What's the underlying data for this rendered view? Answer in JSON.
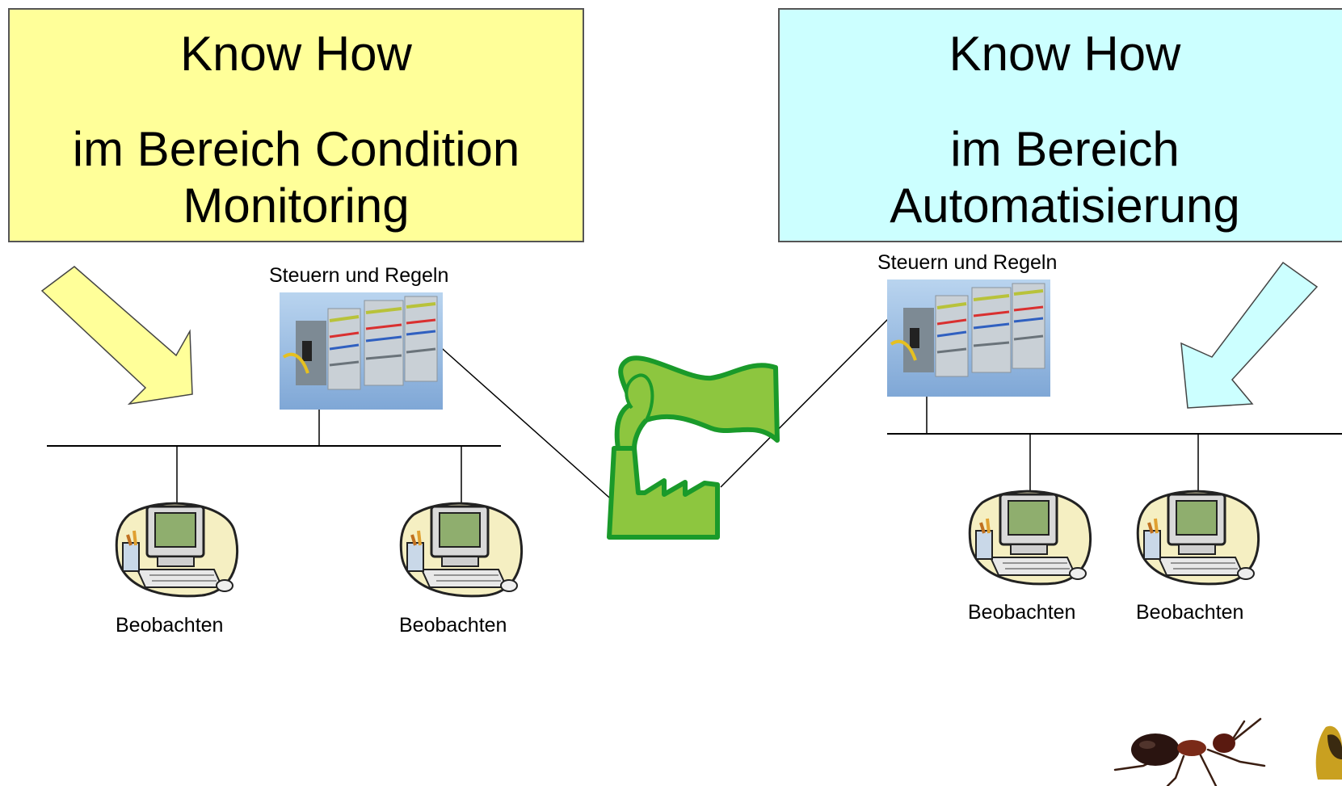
{
  "colors": {
    "left_box_fill": "#ffff99",
    "right_box_fill": "#ccffff",
    "factory_green": "#8dc63f",
    "factory_outline": "#1a9a2a"
  },
  "left_panel": {
    "heading_line1": "Know How",
    "heading_line2": "im Bereich Condition Monitoring",
    "controller_label": "Steuern und Regeln",
    "workstations": [
      {
        "label": "Beobachten"
      },
      {
        "label": "Beobachten"
      }
    ]
  },
  "right_panel": {
    "heading_line1": "Know How",
    "heading_line2": "im Bereich Automatisierung",
    "controller_label": "Steuern und Regeln",
    "workstations": [
      {
        "label": "Beobachten"
      },
      {
        "label": "Beobachten"
      }
    ]
  },
  "icons": {
    "factory": "factory-icon",
    "controller": "plc-controller-icon",
    "workstation": "computer-workstation-icon",
    "ant": "ant-icon"
  }
}
